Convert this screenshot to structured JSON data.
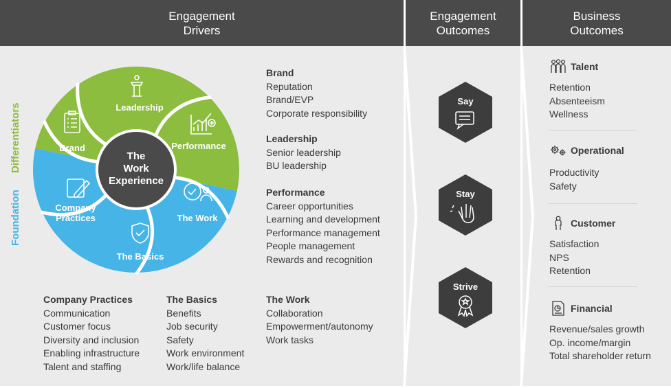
{
  "headers": {
    "drivers": "Engagement\nDrivers",
    "engagement_outcomes": "Engagement\nOutcomes",
    "business_outcomes": "Business\nOutcomes"
  },
  "side_labels": {
    "differentiators": "Differentiators",
    "foundation": "Foundation"
  },
  "wheel": {
    "center": "The\nWork\nExperience",
    "segments": {
      "leadership": "Leadership",
      "performance": "Performance",
      "brand": "Brand",
      "company_practices": "Company\nPractices",
      "the_basics": "The Basics",
      "the_work": "The Work"
    }
  },
  "lists": {
    "brand": {
      "heading": "Brand",
      "items": [
        "Reputation",
        "Brand/EVP",
        "Corporate responsibility"
      ]
    },
    "leadership": {
      "heading": "Leadership",
      "items": [
        "Senior leadership",
        "BU leadership"
      ]
    },
    "performance": {
      "heading": "Performance",
      "items": [
        "Career opportunities",
        "Learning and development",
        "Performance management",
        "People management",
        "Rewards and recognition"
      ]
    },
    "company_practices": {
      "heading": "Company Practices",
      "items": [
        "Communication",
        "Customer focus",
        "Diversity and inclusion",
        "Enabling infrastructure",
        "Talent and staffing"
      ]
    },
    "the_basics": {
      "heading": "The Basics",
      "items": [
        "Benefits",
        "Job security",
        "Safety",
        "Work environment",
        "Work/life balance"
      ]
    },
    "the_work": {
      "heading": "The Work",
      "items": [
        "Collaboration",
        "Empowerment/autonomy",
        "Work tasks"
      ]
    }
  },
  "engagement_outcomes": [
    "Say",
    "Stay",
    "Strive"
  ],
  "business_outcomes": [
    {
      "heading": "Talent",
      "icon": "people-icon",
      "items": [
        "Retention",
        "Absenteeism",
        "Wellness"
      ]
    },
    {
      "heading": "Operational",
      "icon": "gears-icon",
      "items": [
        "Productivity",
        "Safety"
      ]
    },
    {
      "heading": "Customer",
      "icon": "person-icon",
      "items": [
        "Satisfaction",
        "NPS",
        "Retention"
      ]
    },
    {
      "heading": "Financial",
      "icon": "document-chart-icon",
      "items": [
        "Revenue/sales growth",
        "Op. income/margin",
        "Total shareholder return"
      ]
    }
  ],
  "colors": {
    "green": "#8cbd3e",
    "blue": "#46b4e6",
    "dark": "#4a4a4a",
    "hex": "#3d3d3d",
    "panel": "#ebebeb"
  }
}
